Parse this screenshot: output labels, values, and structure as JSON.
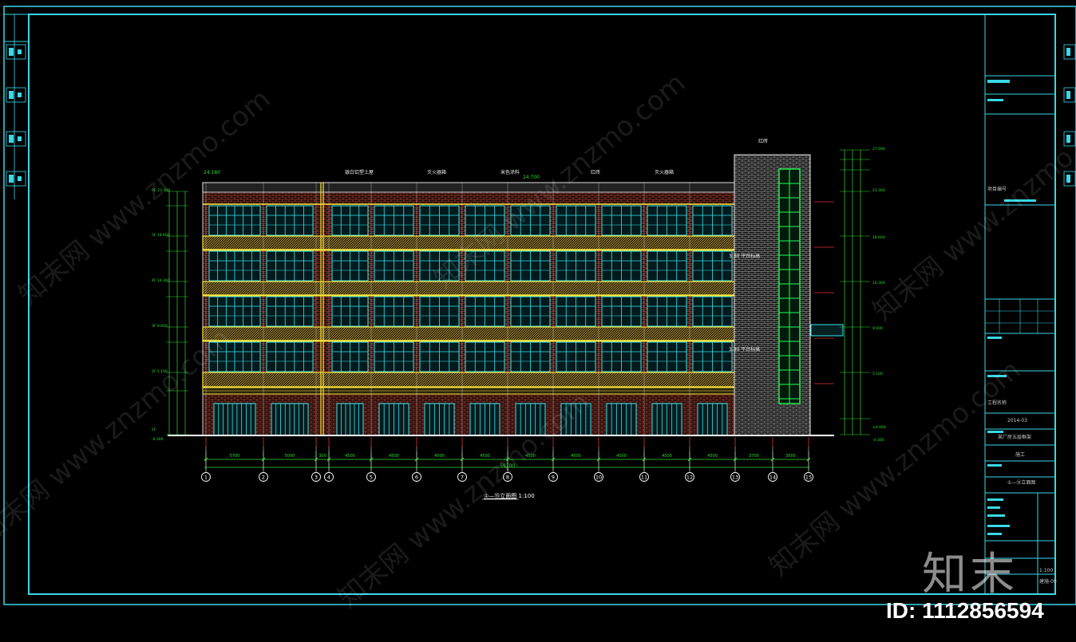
{
  "drawing": {
    "title": "①—⑮立面图",
    "scale": "1:100",
    "material_labels": [
      "银白铝塑土屋",
      "灭火器箱",
      "米色涂料",
      "红砖",
      "灭火器箱"
    ],
    "roof_label": "红砖",
    "elev_top_left": "24.180",
    "elev_mid": "24.700",
    "axis_labels": [
      "1",
      "2",
      "3",
      "4",
      "5",
      "6",
      "7",
      "8",
      "9",
      "10",
      "11",
      "12",
      "13",
      "14",
      "15"
    ],
    "bay_dims": [
      "5700",
      "5000",
      "300",
      "4500",
      "4500",
      "4500",
      "4500",
      "4500",
      "4500",
      "4500",
      "4500",
      "4500",
      "3700",
      "3000"
    ],
    "total_dim": "59700",
    "level_left": [
      "RF 23.300",
      "5F 18.600",
      "4F 14.300",
      "3F 9.600",
      "2F 5.100",
      "1F",
      "-0.300"
    ],
    "level_right": [
      "27.600",
      "23.300",
      "18.600",
      "14.300",
      "9.600",
      "5.100",
      "±0.000",
      "-0.300"
    ],
    "annot_a": "3.30 平台标高",
    "annot_b": "3.30 平台标高"
  },
  "title_block": {
    "date": "2014-03",
    "project": "某厂房五层框架",
    "stage": "施工",
    "drawing_name": "①—⑮立面图",
    "scale": "1:100",
    "sheet": "建施-09",
    "label_a": "项目编号",
    "label_b": "工程名称"
  },
  "watermark": {
    "text": "知末网 www.znzmo.com",
    "logo": "知末",
    "id": "ID: 1112856594"
  },
  "colors": {
    "frame": "#39d8e6",
    "glass": "#36e6f0",
    "slab": "#ffe639",
    "brick": "#c84a3a",
    "dim": "#2fdc2f",
    "axis": "#e03030",
    "white": "#ffffff",
    "green_window": "#22ff55"
  }
}
